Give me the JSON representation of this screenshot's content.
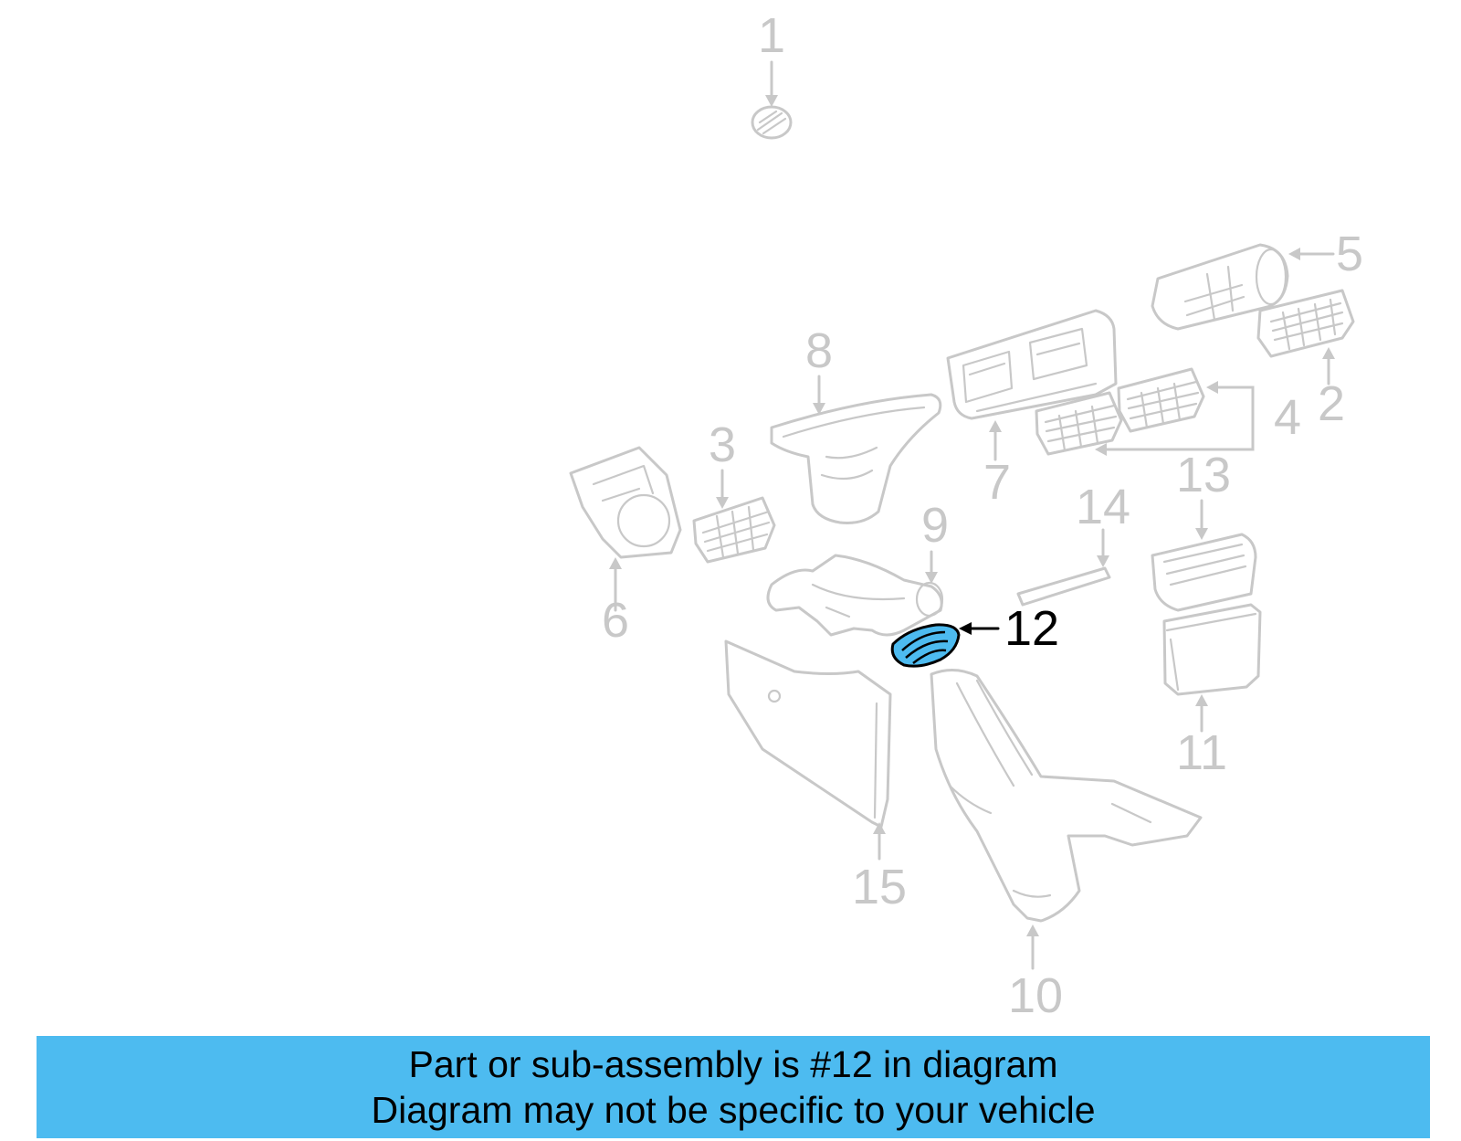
{
  "diagram": {
    "callouts": [
      "1",
      "2",
      "3",
      "4",
      "5",
      "6",
      "7",
      "8",
      "9",
      "10",
      "11",
      "12",
      "13",
      "14",
      "15"
    ],
    "highlighted": "12",
    "colors": {
      "highlight": "#4dbbf0",
      "part_line": "#c8c8c8",
      "active_line": "#000000"
    }
  },
  "banner": {
    "line1": "Part or sub-assembly is #12 in diagram",
    "line2": "Diagram may not be specific to your vehicle"
  }
}
